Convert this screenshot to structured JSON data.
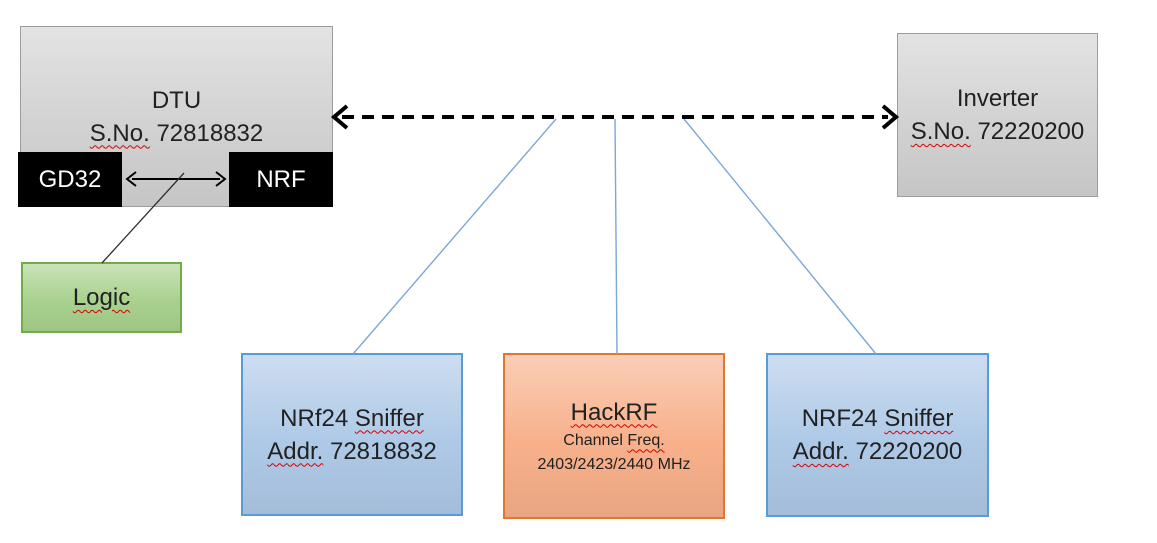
{
  "dtu": {
    "title": "DTU",
    "serial_sq": "S.No.",
    "serial_rest": " 72818832",
    "gd32_label": "GD32",
    "nrf_label": "NRF"
  },
  "logic": {
    "label": "Logic"
  },
  "inverter": {
    "title": "Inverter",
    "serial_sq": "S.No.",
    "serial_rest": " 72220200"
  },
  "sniffer_left": {
    "name_plain": "NRf24 ",
    "name_sq": "Sniffer",
    "addr_sq": "Addr.",
    "addr_rest": " 72818832"
  },
  "hackrf": {
    "title": "HackRF",
    "freq_plain": "Channel ",
    "freq_sq": "Freq.",
    "channels": "2403/2423/2440 MHz"
  },
  "sniffer_right": {
    "name_plain": "NRF24 ",
    "name_sq": "Sniffer",
    "addr_sq": "Addr.",
    "addr_rest": " 72220200"
  },
  "colors": {
    "gray_fill": "#d2d2d2",
    "gray_border": "#9d9d9d",
    "black_fill": "#000000",
    "green_fill": "#a9d18e",
    "green_border": "#70ad47",
    "blue_fill": "#aec9e7",
    "blue_border": "#5b9bd5",
    "orange_fill": "#f7b08a",
    "orange_border": "#e1762f",
    "connector_blue": "#7ba7d9",
    "arrow_black": "#000000",
    "squiggle_red": "#d40000",
    "text_color": "#212121"
  }
}
